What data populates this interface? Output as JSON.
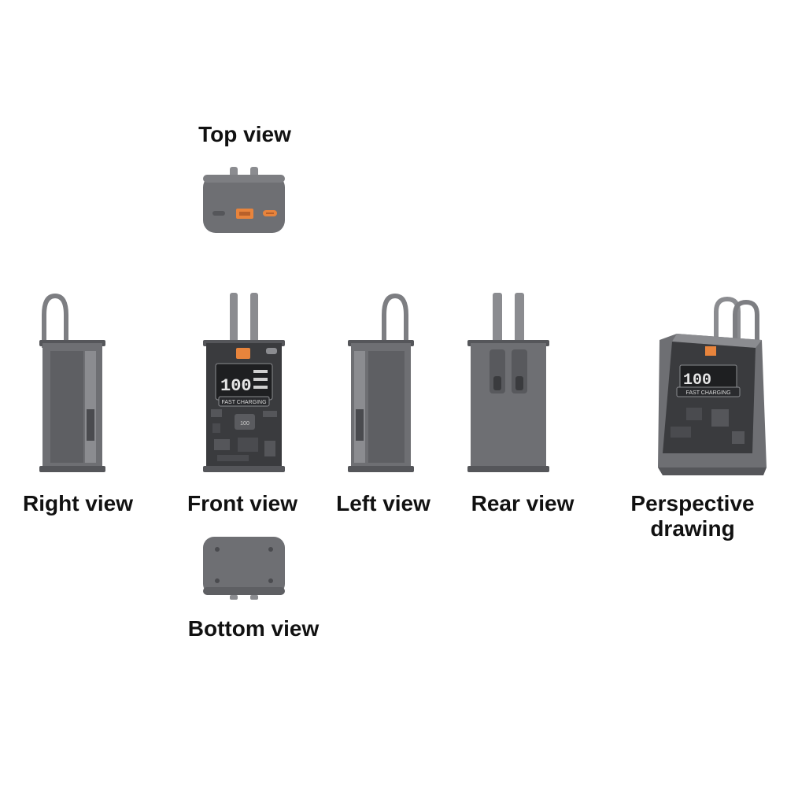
{
  "labels": {
    "top": "Top view",
    "right": "Right view",
    "front": "Front view",
    "left": "Left view",
    "rear": "Rear view",
    "perspective_line1": "Perspective",
    "perspective_line2": "drawing",
    "bottom": "Bottom view"
  },
  "device_screen": {
    "percent": "100",
    "fast_charging": "FAST CHARGING",
    "button_text": "100"
  },
  "colors": {
    "body": "#6e6f73",
    "body_dark": "#4f5054",
    "body_light": "#8b8c90",
    "screen": "#2a2b2e",
    "accent_orange": "#e8843c"
  }
}
